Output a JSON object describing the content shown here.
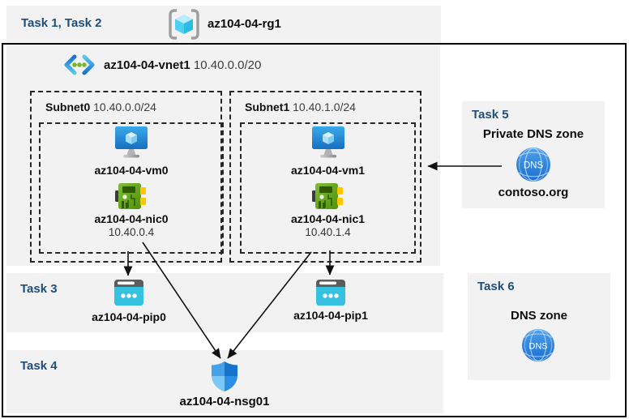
{
  "header": {
    "task_label": "Task 1, Task 2",
    "rg_name": "az104-04-rg1"
  },
  "vnet": {
    "name": "az104-04-vnet1",
    "cidr": "10.40.0.0/20",
    "subnets": [
      {
        "name": "Subnet0",
        "cidr": "10.40.0.0/24",
        "vm": "az104-04-vm0",
        "nic": "az104-04-nic0",
        "ip": "10.40.0.4"
      },
      {
        "name": "Subnet1",
        "cidr": "10.40.1.0/24",
        "vm": "az104-04-vm1",
        "nic": "az104-04-nic1",
        "ip": "10.40.1.4"
      }
    ]
  },
  "task3": {
    "label": "Task 3",
    "pips": [
      "az104-04-pip0",
      "az104-04-pip1"
    ]
  },
  "task4": {
    "label": "Task 4",
    "nsg_name": "az104-04-nsg01"
  },
  "task5": {
    "label": "Task 5",
    "title": "Private DNS zone",
    "zone_name": "contoso.org",
    "dns_icon_text": "DNS"
  },
  "task6": {
    "label": "Task 6",
    "title": "DNS zone",
    "dns_icon_text": "DNS"
  },
  "colors": {
    "task_label_blue": "#1f4e79",
    "panel_gray": "#f2f2f2",
    "public_ip_cyan": "#35c1e0",
    "nic_green": "#63a80e",
    "dns_blue": "#2f7fd3",
    "vm_blue": "#2390dd",
    "arrow_black": "#111111"
  }
}
